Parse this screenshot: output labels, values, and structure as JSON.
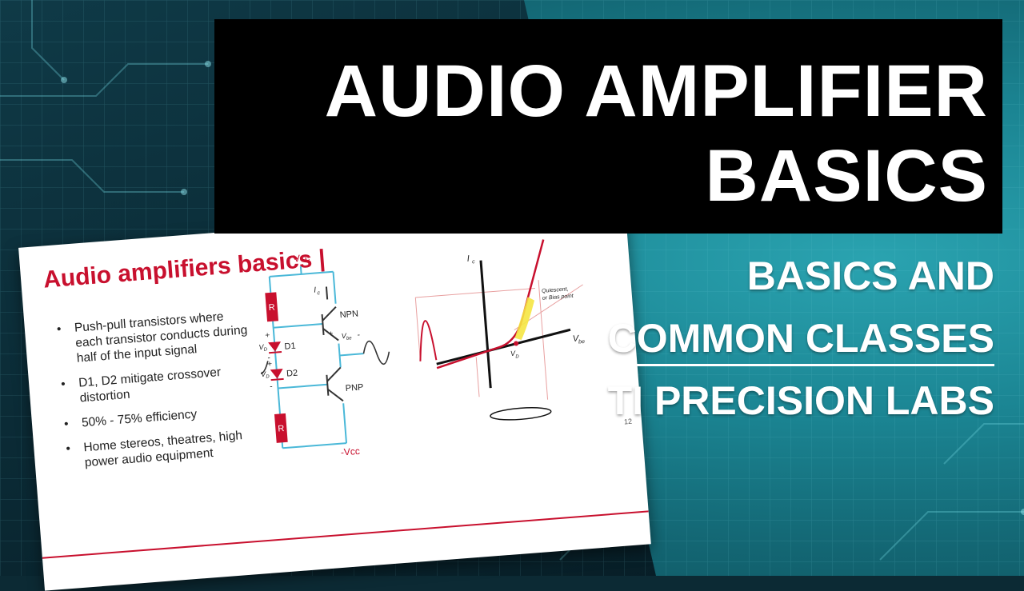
{
  "title": {
    "line1": "AUDIO AMPLIFIER",
    "line2": "BASICS"
  },
  "subtitle": {
    "line1": "BASICS AND",
    "line2": "COMMON CLASSES",
    "line3": "TI PRECISION LABS"
  },
  "slide": {
    "heading": "Audio amplifiers basics |",
    "bullets": [
      "Push-pull transistors where each transistor conducts during half of the input signal",
      "D1, D2 mitigate crossover distortion",
      "50% - 75% efficiency",
      "Home stereos, theatres, high power audio equipment"
    ],
    "page_number": "12",
    "circuit": {
      "vcc": "Vcc",
      "neg_vcc": "-Vcc",
      "resistor": "R",
      "d1": "D1",
      "d2": "D2",
      "npn": "NPN",
      "pnp": "PNP",
      "ic": "I",
      "ic_sub": "c",
      "vd": "V",
      "vd_sub": "D",
      "vbe": "V",
      "vbe_sub": "be",
      "plus": "+",
      "minus": "-"
    },
    "graph": {
      "y_label": "I",
      "y_sub": "c",
      "x_label": "V",
      "x_sub": "be",
      "vd_label": "V",
      "vd_sub": "D",
      "annotation_1": "Quiescent,",
      "annotation_2": "or Bias point"
    }
  },
  "colors": {
    "accent_red": "#c8102e",
    "wire_blue": "#4ab8d8",
    "teal": "#1b8593",
    "highlight": "#f5e642"
  }
}
